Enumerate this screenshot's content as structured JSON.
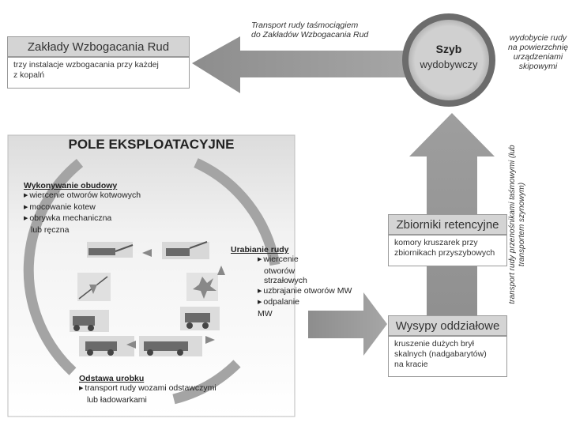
{
  "top_arrow_label": [
    "Transport  rudy taśmociągiem",
    "do Zakładów Wzbogacania Rud"
  ],
  "zwr": {
    "title": "Zakłady Wzbogacania Rud",
    "body": [
      "trzy instalacje wzbogacania przy każdej",
      "z kopalń"
    ]
  },
  "shaft": {
    "title": "Szyb",
    "subtitle": "wydobywczy",
    "note": [
      "wydobycie rudy",
      "na powierzchnię",
      "urządzeniami",
      "skipowymi"
    ]
  },
  "field": {
    "title": "POLE  EKSPLOATACYJNE",
    "lining": {
      "title": "Wykonywanie obudowy",
      "items": [
        "wiercenie otworów kotwowych",
        "mocowanie kotew",
        "obrywka mechaniczna"
      ],
      "extra": "lub ręczna"
    },
    "mining": {
      "title": "Urabianie rudy",
      "items": [
        {
          "line1": "wiercenie otworów",
          "line2": "strzałowych"
        },
        {
          "line1": "uzbrajanie otworów MW",
          "line2": ""
        },
        {
          "line1": "odpalanie MW",
          "line2": ""
        }
      ]
    },
    "haulage": {
      "title": "Odstawa urobku",
      "item": "transport rudy wozami odstawczymi",
      "extra": "lub ładowarkami"
    }
  },
  "retention": {
    "title": "Zbiorniki retencyjne",
    "body": [
      "komory kruszarek przy",
      "zbiornikach przyszybowych"
    ]
  },
  "islands": {
    "title": "Wysypy oddziałowe",
    "body": [
      "kruszenie dużych brył",
      "skalnych (nadgabarytów)",
      "na kracie"
    ]
  },
  "side_label": [
    "transport rudy przenośnikami taśmowymi (lub",
    "transportem szynowym)"
  ],
  "colors": {
    "arrow": "#9b9b9b",
    "arrow_light": "#c4c4c4",
    "box_head": "#d4d4d4",
    "ring": "#7f7f7f",
    "shaft_fill": "#bdbdbd"
  }
}
